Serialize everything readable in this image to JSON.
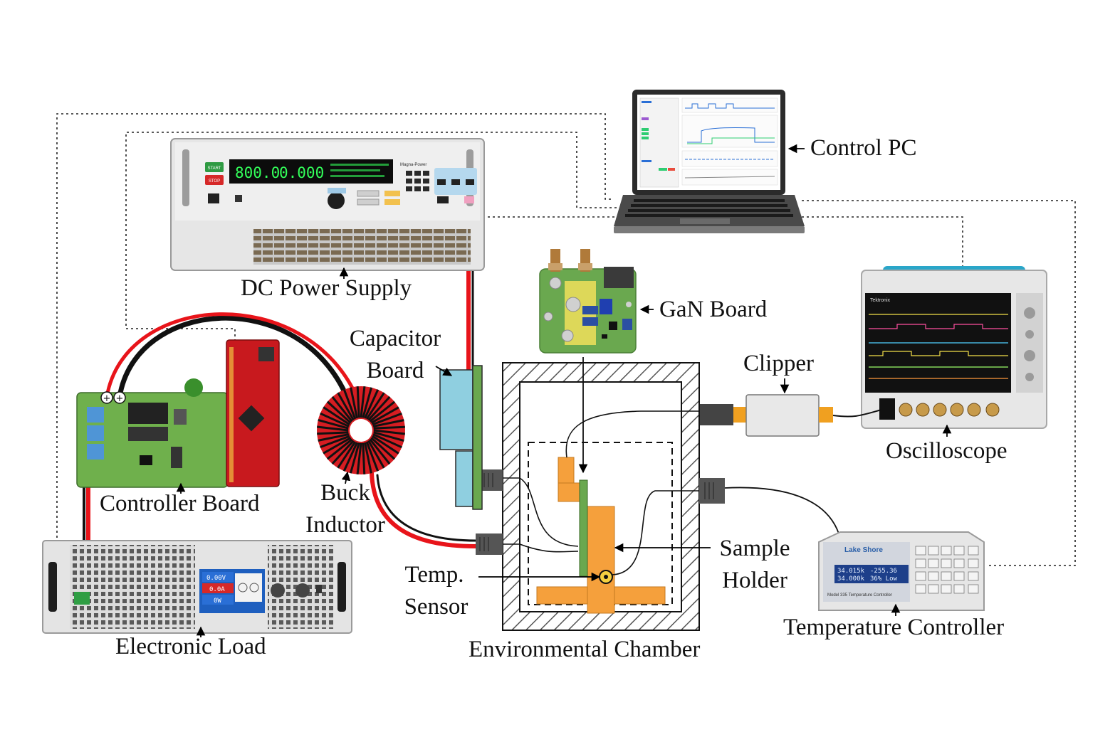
{
  "labels": {
    "dc_power_supply": "DC Power Supply",
    "control_pc": "Control PC",
    "gan_board": "GaN Board",
    "capacitor_board_line1": "Capacitor",
    "capacitor_board_line2": "Board",
    "clipper": "Clipper",
    "oscilloscope": "Oscilloscope",
    "controller_board": "Controller Board",
    "buck_inductor_line1": "Buck",
    "buck_inductor_line2": "Inductor",
    "sample_holder_line1": "Sample",
    "sample_holder_line2": "Holder",
    "temp_sensor_line1": "Temp.",
    "temp_sensor_line2": "Sensor",
    "electronic_load": "Electronic Load",
    "environmental_chamber": "Environmental Chamber",
    "temperature_controller": "Temperature Controller"
  },
  "power_supply_display": {
    "voltage": "800.0",
    "current": "0.000",
    "start_label": "START",
    "stop_label": "STOP",
    "brand": "Magna-Power"
  },
  "electronic_load_display": {
    "voltage": "0.00V",
    "current": "0.0A",
    "power": "0W"
  },
  "temperature_controller_display": {
    "brand": "Lake Shore",
    "line1_left": "34.015k",
    "line1_right": "-255.36",
    "line2_left": "34.000k",
    "line2_right": "36% Low",
    "model": "Model 335 Temperature Controller"
  },
  "oscilloscope_display": {
    "brand": "Tektronix"
  },
  "colors": {
    "wire_red": "#e8141a",
    "wire_black": "#111111",
    "capacitor_blue": "#8fcfe0",
    "pcb_green": "#6aa84f",
    "sample_orange": "#f5a03c",
    "pcb_red": "#c8191e",
    "screen_blue": "#2a6fd6"
  }
}
